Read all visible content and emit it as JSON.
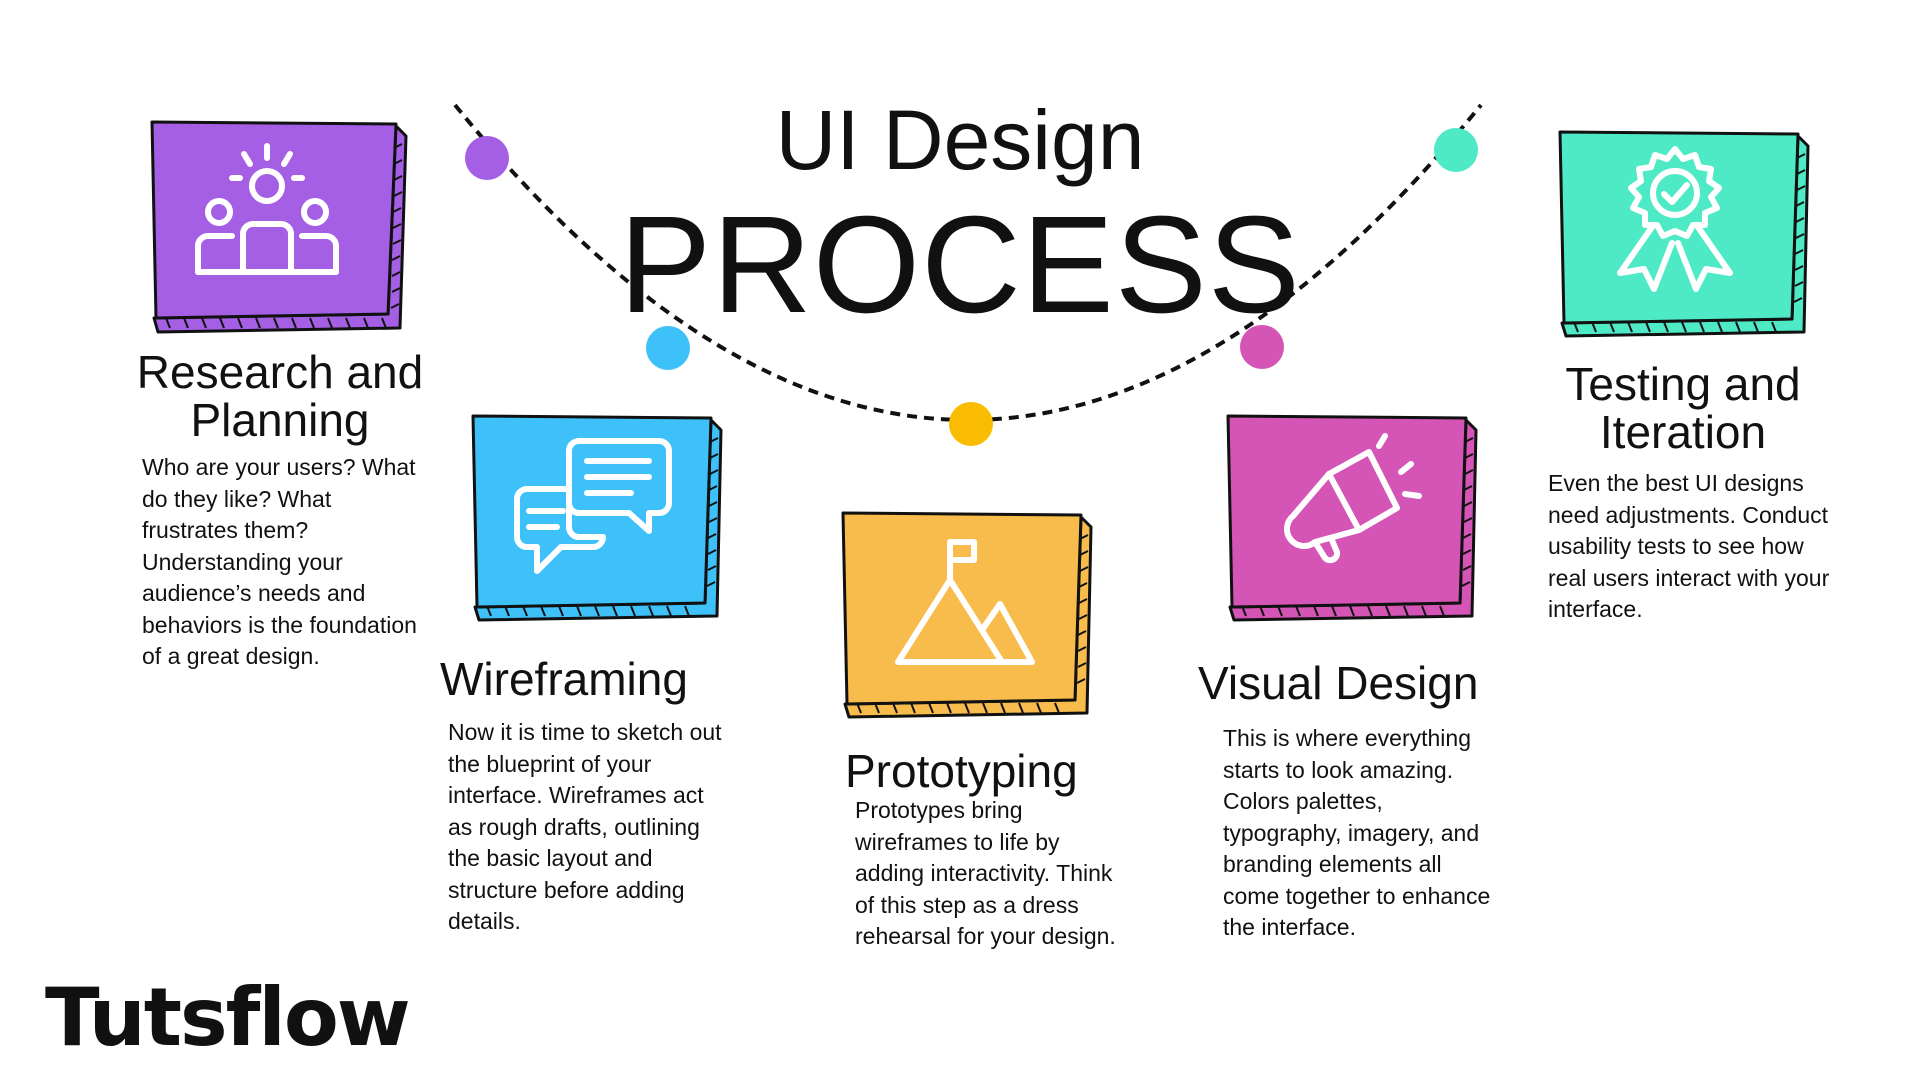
{
  "title": {
    "line1": "UI Design",
    "line2": "PROCESS"
  },
  "steps": [
    {
      "id": "research",
      "title": "Research and Planning",
      "description": "Who are your users? What do they like? What frustrates them? Understanding your audience’s needs and behaviors is the foundation of a great design.",
      "color": "#A45FE4",
      "icon": "users-icon"
    },
    {
      "id": "wireframing",
      "title": "Wireframing",
      "description": "Now it is time to sketch out the blueprint of your interface. Wireframes act as rough drafts, outlining the basic layout and structure before adding details.",
      "color": "#3EC1F9",
      "icon": "chat-bubbles-icon"
    },
    {
      "id": "prototyping",
      "title": "Prototyping",
      "description": "Prototypes bring wireframes to life by adding interactivity. Think of this step as a dress rehearsal for your design.",
      "color": "#F7BC4B",
      "icon": "mountain-flag-icon"
    },
    {
      "id": "visual",
      "title": "Visual Design",
      "description": "This is where everything starts to look amazing. Colors palettes, typography, imagery, and branding elements all come together to enhance the interface.",
      "color": "#D455B6",
      "icon": "megaphone-icon"
    },
    {
      "id": "testing",
      "title": "Testing and Iteration",
      "description": "Even the best UI designs need adjustments. Conduct usability tests to see how real users interact with your interface.",
      "color": "#4EEAC6",
      "icon": "award-badge-icon"
    }
  ],
  "arc_dots": [
    "#A45FE4",
    "#3EC1F9",
    "#F9BC00",
    "#D455B6",
    "#4EEAC6"
  ],
  "brand": {
    "name": "Tutsflow"
  }
}
